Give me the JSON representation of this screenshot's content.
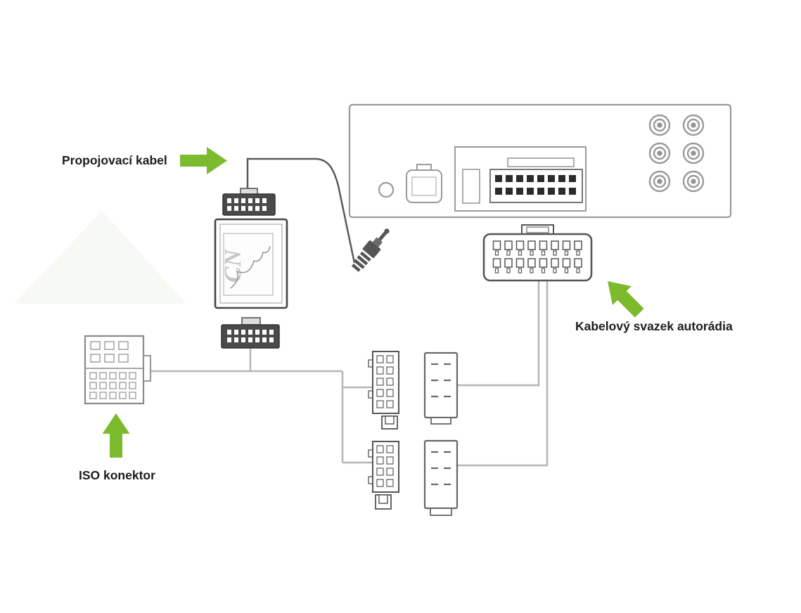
{
  "labels": {
    "connecting_cable": "Propojovací kabel",
    "radio_harness": "Kabelový svazek autorádia",
    "iso_connector": "ISO konektor"
  },
  "adapter": {
    "logo_text": "CN"
  },
  "colors": {
    "arrow_green": "#7cbb2e"
  }
}
